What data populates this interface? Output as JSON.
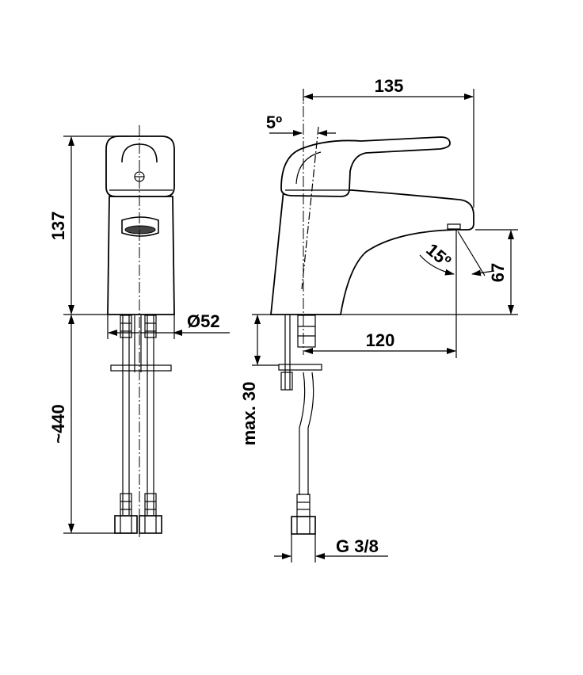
{
  "dimensions": {
    "width_top": "135",
    "tilt_angle": "5º",
    "height_body": "137",
    "diameter_base": "Ø52",
    "hose_length": "~440",
    "spout_reach": "120",
    "spout_height": "67",
    "spout_angle": "15º",
    "mount_thickness": "max. 30",
    "connection_thread": "G 3/8"
  }
}
